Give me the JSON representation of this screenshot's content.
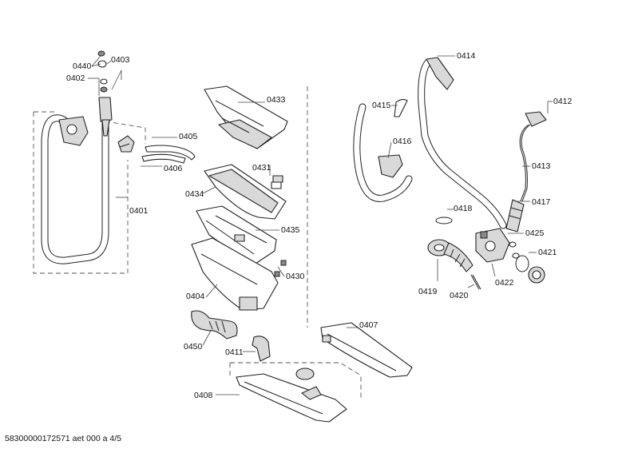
{
  "labels": {
    "p0440": "0440",
    "p0403": "0403",
    "p0402": "0402",
    "p0401": "0401",
    "p0405": "0405",
    "p0406": "0406",
    "p0433": "0433",
    "p0431": "0431",
    "p0434": "0434",
    "p0435": "0435",
    "p0430": "0430",
    "p0404": "0404",
    "p0450": "0450",
    "p0411": "0411",
    "p0408": "0408",
    "p0407": "0407",
    "p0414": "0414",
    "p0415": "0415",
    "p0416": "0416",
    "p0412": "0412",
    "p0413": "0413",
    "p0417": "0417",
    "p0418": "0418",
    "p0425": "0425",
    "p0421": "0421",
    "p0419": "0419",
    "p0420": "0420",
    "p0422": "0422"
  },
  "footer": "58300000172571 aet 000 a 4/5"
}
